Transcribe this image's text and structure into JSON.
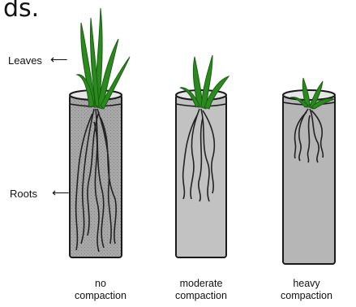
{
  "fragment_text": "ds.",
  "labels": {
    "leaves": "Leaves",
    "roots": "Roots"
  },
  "arrow_glyph": "⟵",
  "columns": [
    {
      "id": "no",
      "line1": "no",
      "line2": "compaction",
      "soil_color": "#a8a8a8"
    },
    {
      "id": "moderate",
      "line1": "moderate",
      "line2": "compaction",
      "soil_color": "#c2c2c2"
    },
    {
      "id": "heavy",
      "line1": "heavy",
      "line2": "compaction",
      "soil_color": "#b6b6b6"
    }
  ],
  "colors": {
    "leaf": "#2b8a1e",
    "leaf_dark": "#1a5e12",
    "root": "#222222",
    "outline": "#1a1a1a"
  }
}
